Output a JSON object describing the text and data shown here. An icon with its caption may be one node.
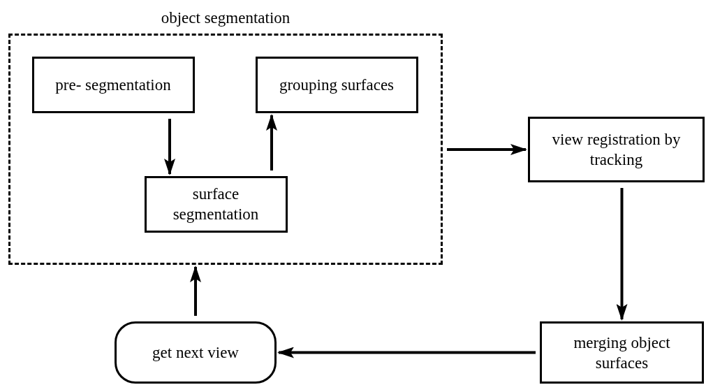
{
  "diagram": {
    "nodes": [
      {
        "text": [
          "object segmentation"
        ]
      },
      {
        "text": [
          "pre- segmentation"
        ],
        "in": 0
      },
      {
        "text": [
          "grouping surfaces"
        ],
        "in": 0
      },
      {
        "text": [
          "surface segmentation"
        ],
        "in": 0
      },
      {
        "text": [
          "view registration by tracking"
        ]
      },
      {
        "text": [
          "merging object surfaces"
        ]
      },
      {
        "text": [
          "get next view"
        ]
      }
    ],
    "edges": [
      {
        "from": 1,
        "to": 3,
        "arrow": "to"
      },
      {
        "from": 3,
        "to": 2,
        "arrow": "to"
      },
      {
        "from": 0,
        "to": 4,
        "arrow": "to"
      },
      {
        "from": 4,
        "to": 5,
        "arrow": "to"
      },
      {
        "from": 5,
        "to": 6,
        "arrow": "to"
      },
      {
        "from": 6,
        "to": 0,
        "arrow": "to"
      }
    ]
  }
}
